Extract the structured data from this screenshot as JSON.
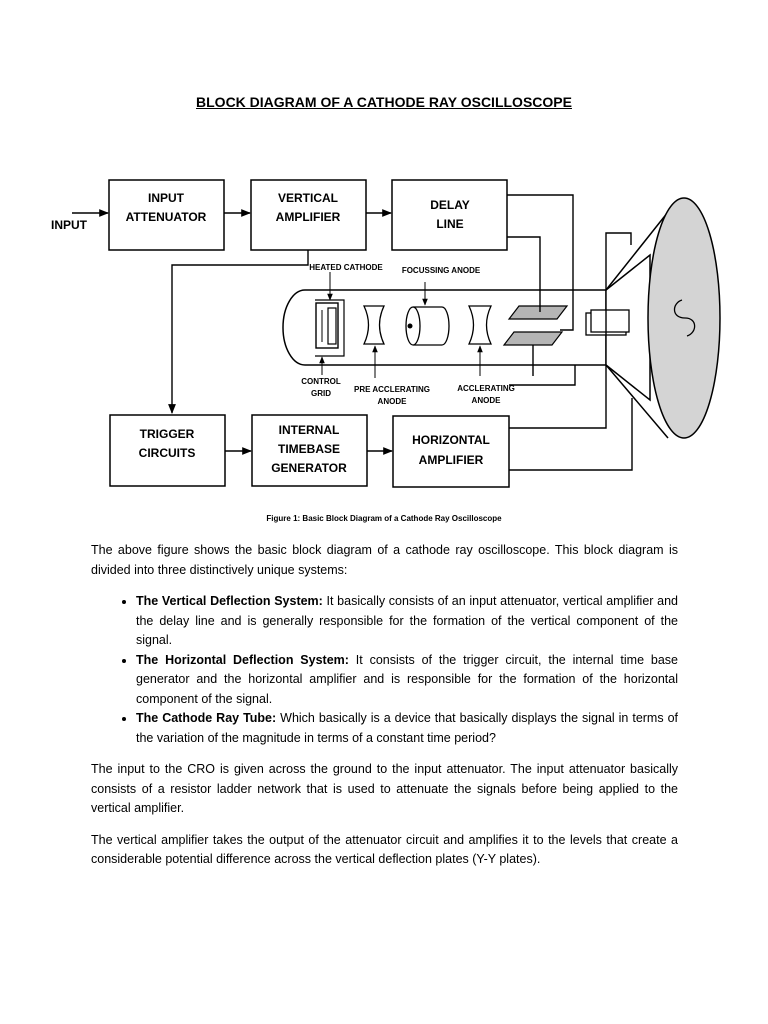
{
  "page": {
    "title": "BLOCK DIAGRAM OF A CATHODE RAY OSCILLOSCOPE",
    "caption": "Figure 1: Basic Block Diagram of a Cathode Ray Oscilloscope"
  },
  "diagram": {
    "input_label": "INPUT",
    "blocks": {
      "input_attenuator": [
        "INPUT",
        "ATTENUATOR"
      ],
      "vertical_amplifier": [
        "VERTICAL",
        "AMPLIFIER"
      ],
      "delay_line": [
        "DELAY",
        "LINE"
      ],
      "trigger_circuits": [
        "TRIGGER",
        "CIRCUITS"
      ],
      "internal_timebase": [
        "INTERNAL",
        "TIMEBASE",
        "GENERATOR"
      ],
      "horizontal_amplifier": [
        "HORIZONTAL",
        "AMPLIFIER"
      ]
    },
    "tube_labels": {
      "heated_cathode": "HEATED CATHODE",
      "focussing_anode": "FOCUSSING ANODE",
      "control_grid": [
        "CONTROL",
        "GRID"
      ],
      "pre_accelerating_anode": [
        "PRE ACCLERATING",
        "ANODE"
      ],
      "accelerating_anode": [
        "ACCLERATING",
        "ANODE"
      ]
    }
  },
  "body": {
    "intro": "The above figure shows the basic block diagram of a cathode ray oscilloscope. This block diagram is divided into three distinctively unique systems:",
    "bullets": [
      {
        "term": "The Vertical Deflection System:",
        "text": " It basically consists of an input attenuator, vertical amplifier and the delay line and is generally responsible for the formation of the vertical component of the signal."
      },
      {
        "term": "The Horizontal Deflection System:",
        "text": " It consists of the trigger circuit, the internal time base generator and the horizontal amplifier and is responsible for the formation of the horizontal component of the signal."
      },
      {
        "term": "The Cathode Ray Tube:",
        "text": " Which basically is a device that basically displays the signal in terms of the variation of the magnitude in terms of a constant time period?"
      }
    ],
    "para2": "The input to the CRO is given across the ground to the input attenuator. The input attenuator basically consists of a resistor ladder network that is used to attenuate the signals before being applied to the vertical amplifier.",
    "para3": "The vertical amplifier takes the output of the attenuator circuit and amplifies it to the levels that create a considerable potential difference across the vertical deflection plates (Y-Y plates)."
  }
}
